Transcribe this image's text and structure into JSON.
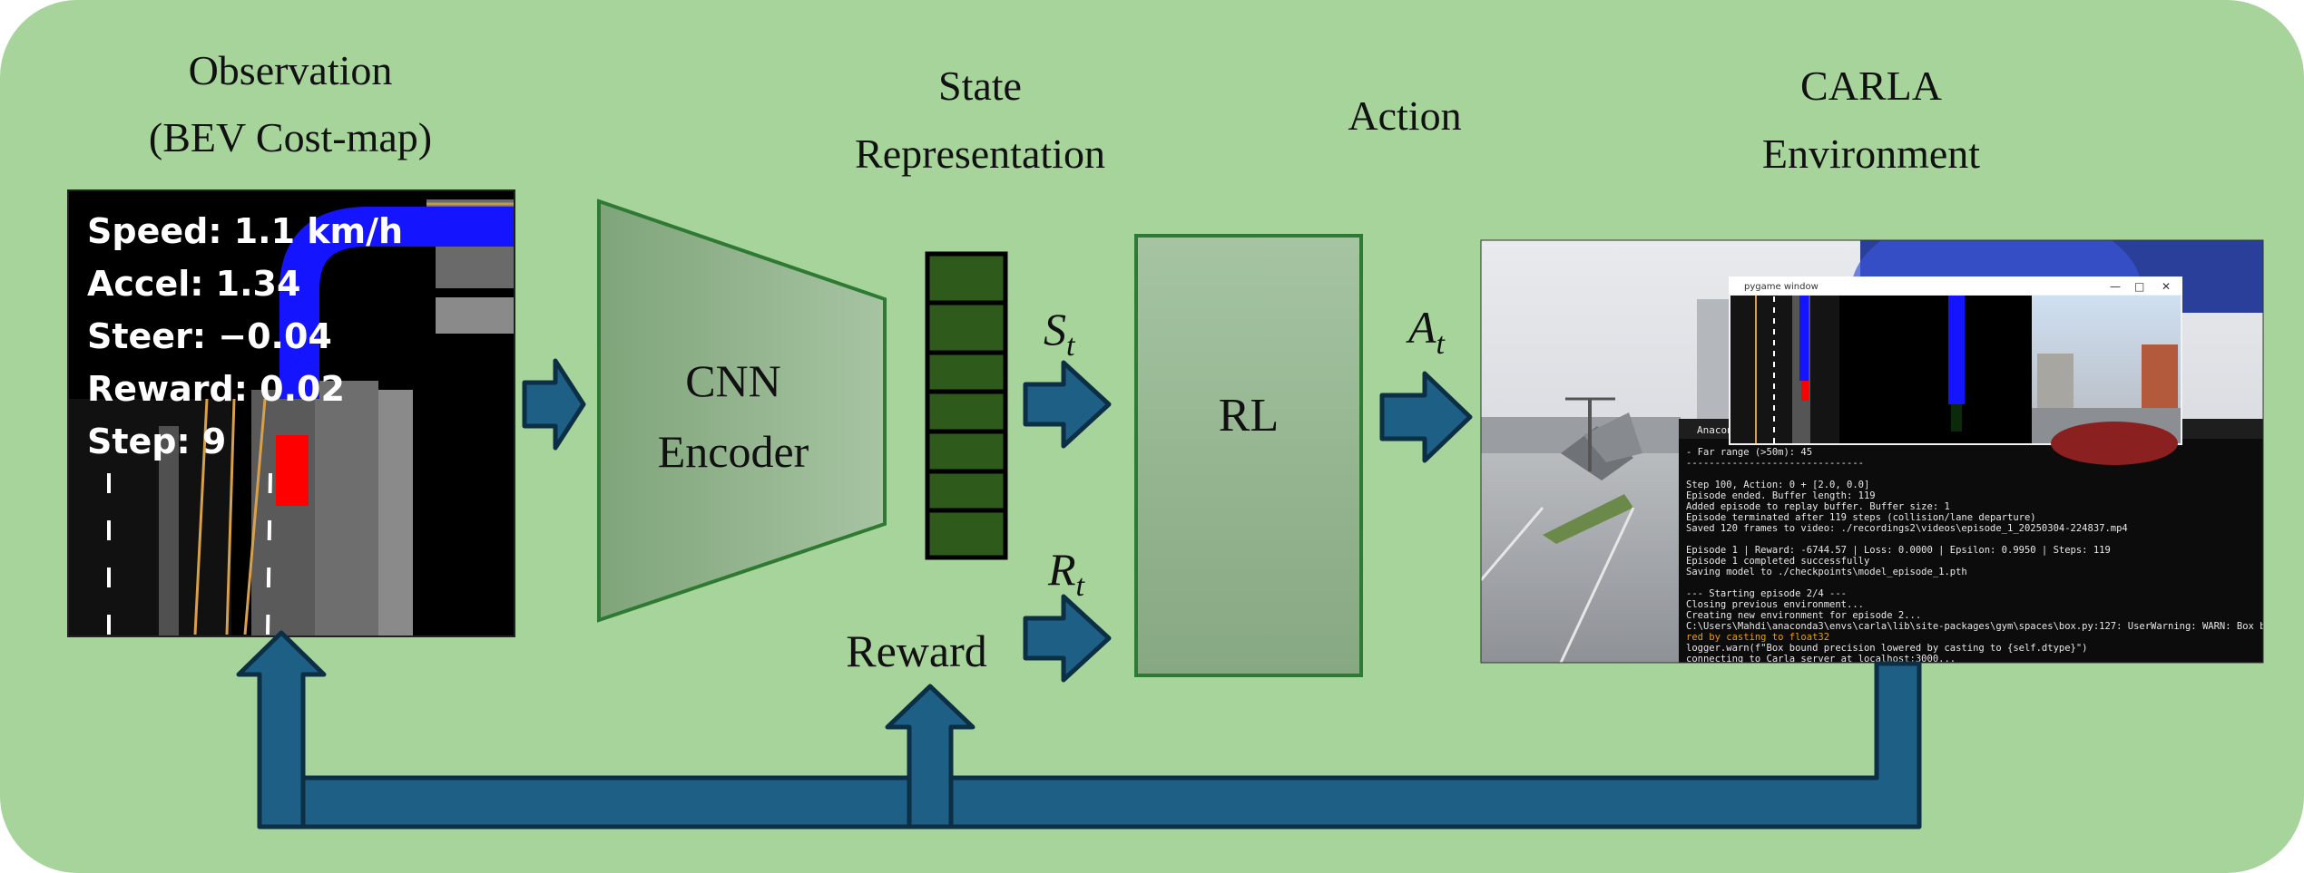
{
  "labels": {
    "observation_line1": "Observation",
    "observation_line2": "(BEV Cost-map)",
    "state_line1": "State",
    "state_line2": "Representation",
    "action": "Action",
    "carla_line1": "CARLA",
    "carla_line2": "Environment",
    "encoder_line1": "CNN",
    "encoder_line2": "Encoder",
    "rl": "RL",
    "reward": "Reward"
  },
  "math": {
    "state_symbol": "S",
    "state_sub": "t",
    "reward_symbol": "R",
    "reward_sub": "t",
    "action_symbol": "A",
    "action_sub": "t"
  },
  "bev_overlay": [
    "Speed: 1.1 km/h",
    "Accel: 1.34",
    "Steer: −0.04",
    "Reward: 0.02",
    "Step: 9"
  ],
  "pygame_window_title": "pygame window",
  "terminal_tab": "Anaconda",
  "terminal_lines": [
    " - Far range (>50m): 45",
    "-------------------------------",
    "",
    "Step 100, Action: 0 + [2.0, 0.0]",
    "Episode ended. Buffer length: 119",
    "Added episode to replay buffer. Buffer size: 1",
    "Episode terminated after 119 steps (collision/lane departure)",
    "Saved 120 frames to video: ./recordings2\\videos\\episode_1_20250304-224837.mp4",
    "",
    "Episode 1 | Reward: -6744.57 | Loss: 0.0000 | Epsilon: 0.9950 | Steps: 119",
    "Episode 1 completed successfully",
    "Saving model to ./checkpoints\\model_episode_1.pth",
    "",
    "--- Starting episode 2/4 ---",
    "Closing previous environment...",
    "Creating new environment for episode 2...",
    "C:\\Users\\Mahdi\\anaconda3\\envs\\carla\\lib\\site-packages\\gym\\spaces\\box.py:127: UserWarning: WARN: Box bo",
    "red by casting to float32",
    "  logger.warn(f\"Box bound precision lowered by casting to {self.dtype}\")",
    "connecting to Carla server at localhost:3000..."
  ],
  "colors": {
    "background": "#a6d49a",
    "arrow_fill": "#1d5f85",
    "arrow_stroke": "#0d2f45",
    "state_cell": "#2e5a1c",
    "box_stroke": "#2f7a32",
    "bev_blue": "#1414ff",
    "bev_red": "#ff0000",
    "warn": "#e8a000"
  }
}
